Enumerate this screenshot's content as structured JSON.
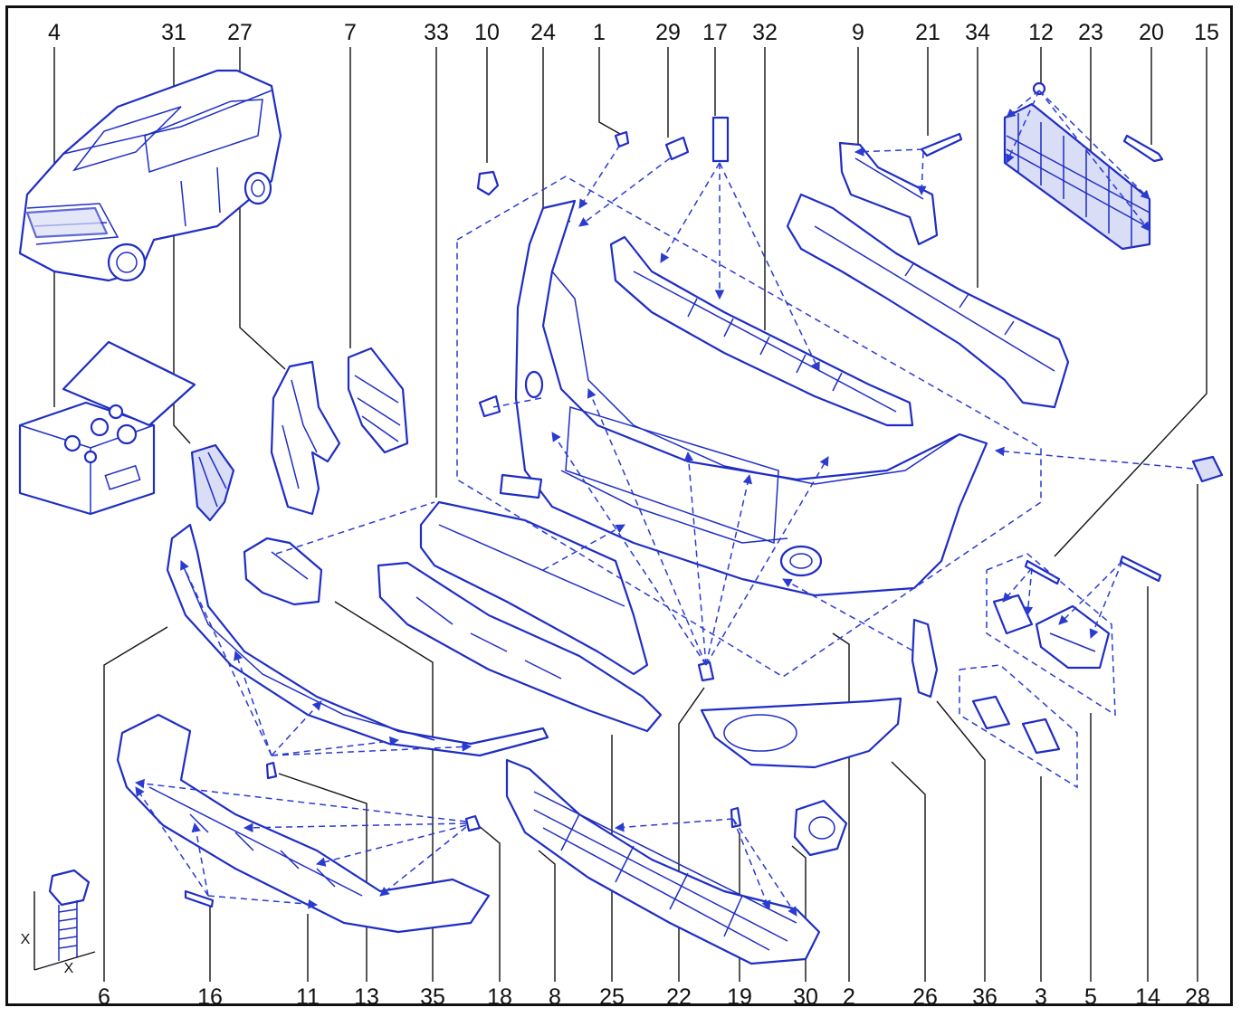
{
  "callouts_top": [
    "4",
    "31",
    "27",
    "7",
    "33",
    "10",
    "24",
    "1",
    "29",
    "17",
    "32",
    "9",
    "21",
    "34",
    "12",
    "23",
    "20",
    "15"
  ],
  "callouts_bottom": [
    "6",
    "16",
    "11",
    "13",
    "35",
    "18",
    "8",
    "25",
    "22",
    "19",
    "30",
    "2",
    "26",
    "36",
    "3",
    "5",
    "14",
    "28"
  ],
  "dimension_labels": [
    "X",
    "X"
  ],
  "colors": {
    "line_art": "#1f2dc4",
    "frame": "#111111",
    "text": "#111111"
  }
}
